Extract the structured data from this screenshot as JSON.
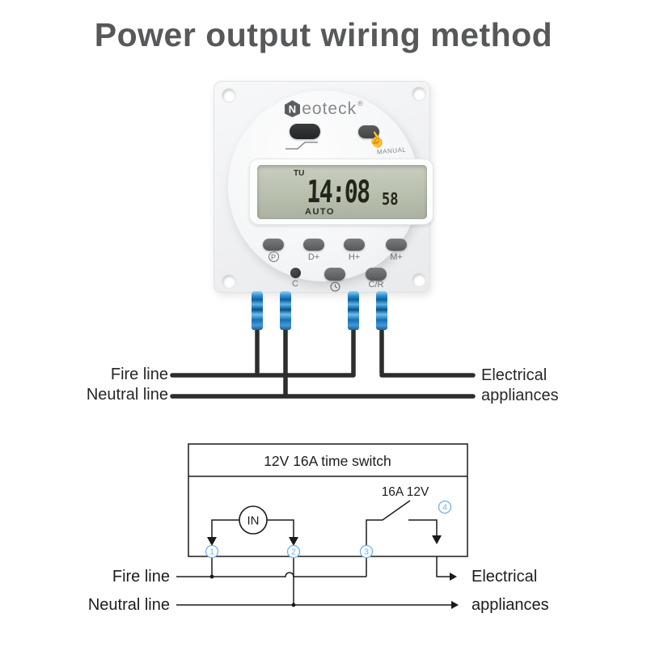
{
  "title": "Power output wiring method",
  "device": {
    "brand_display": {
      "initial": "N",
      "rest": "eoteck",
      "reg": "®"
    },
    "manual_label": "MANUAL",
    "display": {
      "day": "TU",
      "time": "14:08",
      "seconds": "58",
      "mode": "AUTO"
    },
    "program_buttons": [
      "P",
      "D+",
      "H+",
      "M+"
    ],
    "secondary_buttons": {
      "c": "C",
      "cr": "C/R"
    }
  },
  "wiring": {
    "fire_label": "Fire line",
    "neutral_label": "Neutral line",
    "appliance_line1": "Electrical",
    "appliance_line2": "appliances"
  },
  "schematic": {
    "box_title": "12V 16A time switch",
    "in_label": "IN",
    "switch_rating": "16A 12V",
    "terminals": [
      "1",
      "2",
      "3",
      "4"
    ],
    "fire_label": "Fire line",
    "neutral_label": "Neutral line",
    "appliance_line1": "Electrical",
    "appliance_line2": "appliances"
  },
  "colors": {
    "title_text": "#57585a",
    "wire_black": "#2d2d2d",
    "schematic_line": "#1a1a1a",
    "terminal_accent_blue": "#6fb1ea",
    "lcd_green": "#bcc2b0",
    "connector_blue": "#2e8fd2"
  }
}
